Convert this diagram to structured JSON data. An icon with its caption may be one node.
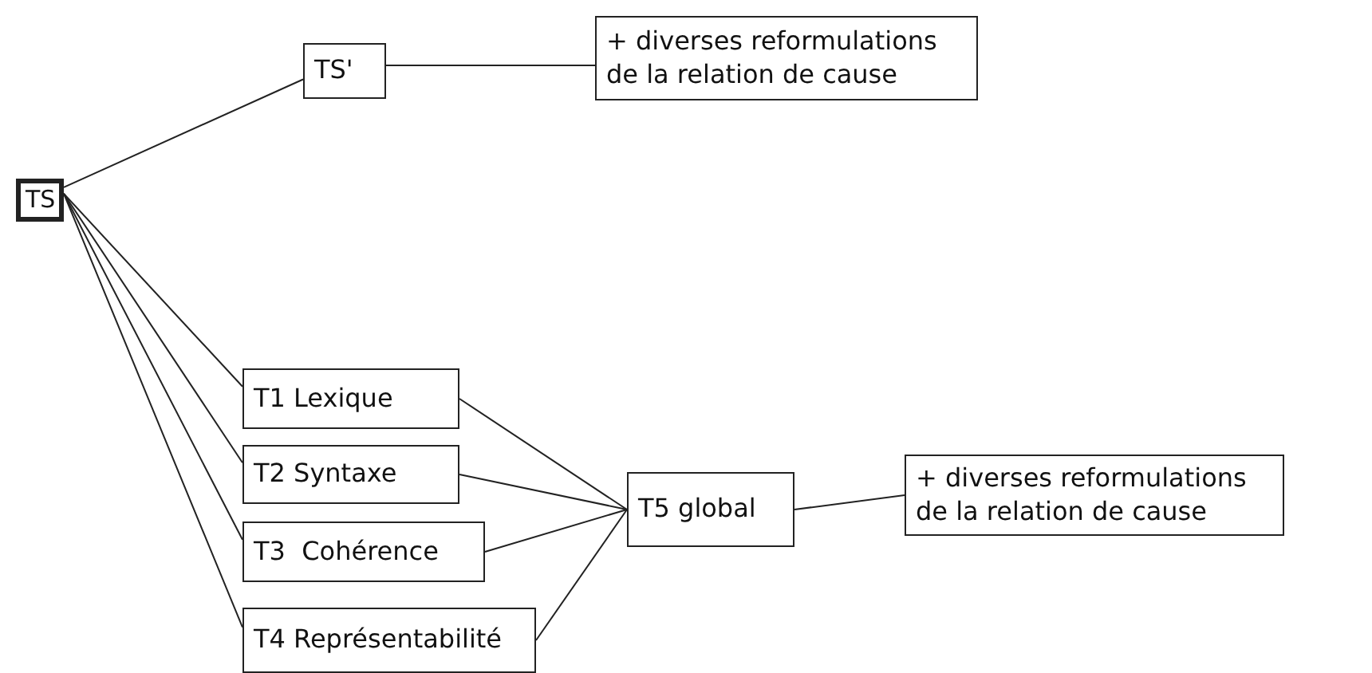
{
  "diagram": {
    "nodes": [
      {
        "text": [
          "TS"
        ]
      },
      {
        "text": [
          "TS'"
        ]
      },
      {
        "text": [
          "+ diverses reformulations de la relation de cause"
        ]
      },
      {
        "text": [
          "T1 Lexique"
        ]
      },
      {
        "text": [
          "T2 Syntaxe"
        ]
      },
      {
        "text": [
          "T3  Cohérence"
        ]
      },
      {
        "text": [
          "T4 Représentabilité"
        ]
      },
      {
        "text": [
          "T5 global"
        ]
      },
      {
        "text": [
          "+ diverses reformulations de la relation de cause"
        ]
      }
    ],
    "edges": [
      {
        "from": 0,
        "to": 1,
        "arrow": "none"
      },
      {
        "from": 0,
        "to": 3,
        "arrow": "none"
      },
      {
        "from": 0,
        "to": 4,
        "arrow": "none"
      },
      {
        "from": 0,
        "to": 5,
        "arrow": "none"
      },
      {
        "from": 0,
        "to": 6,
        "arrow": "none"
      },
      {
        "from": 1,
        "to": 2,
        "arrow": "none"
      },
      {
        "from": 3,
        "to": 7,
        "arrow": "none"
      },
      {
        "from": 4,
        "to": 7,
        "arrow": "none"
      },
      {
        "from": 5,
        "to": 7,
        "arrow": "none"
      },
      {
        "from": 6,
        "to": 7,
        "arrow": "none"
      },
      {
        "from": 7,
        "to": 8,
        "arrow": "none"
      }
    ]
  }
}
